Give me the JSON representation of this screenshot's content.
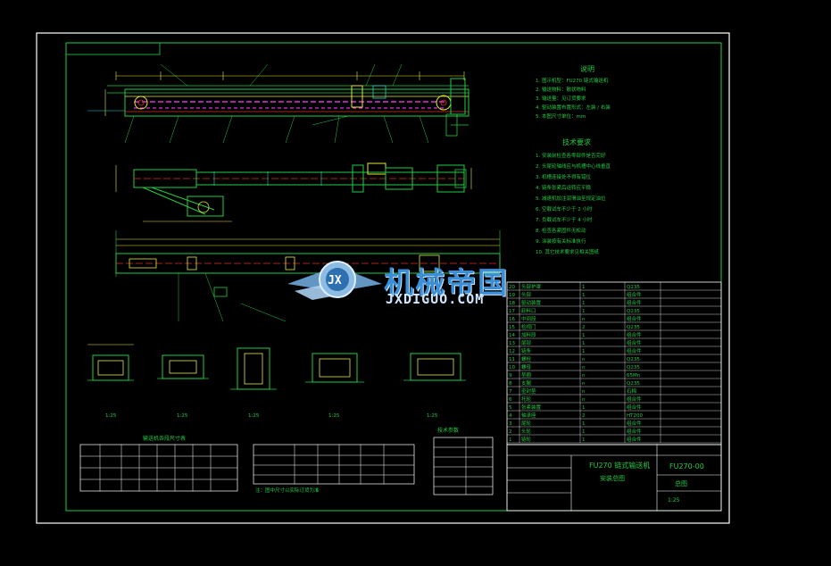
{
  "watermark": {
    "title": "机械帝国",
    "subtitle": "JXDIGUO.COM",
    "logo_letters": "JX"
  },
  "notes": {
    "heading": "说明",
    "tech_heading": "技术要求",
    "lines": [
      "1. 图示机型：FU270 链式输送机",
      "2. 输送物料：散状物料",
      "3. 输送量：见订货要求",
      "4. 驱动装置布置形式：左装 / 右装",
      "5. 本图尺寸单位：mm"
    ],
    "tech_lines": [
      "1. 安装前检查各零部件是否完好",
      "2. 头尾轮轴线应与机槽中心线垂直",
      "3. 机槽连接处不得有错位",
      "4. 链条张紧后运转应平稳",
      "5. 减速机加注润滑油至规定油位",
      "6. 空载试车不少于 2 小时",
      "7. 负载试车不少于 4 小时",
      "8. 检查各紧固件无松动",
      "9. 涂装按有关标准执行",
      "10. 其它技术要求见相关图纸"
    ]
  },
  "parts_table": {
    "rows": [
      [
        "20",
        "头部护罩",
        "1",
        "Q235"
      ],
      [
        "19",
        "头部",
        "1",
        "组合件"
      ],
      [
        "18",
        "驱动装置",
        "1",
        "组合件"
      ],
      [
        "17",
        "卸料口",
        "1",
        "Q235"
      ],
      [
        "16",
        "中间段",
        "n",
        "组合件"
      ],
      [
        "15",
        "检视门",
        "2",
        "Q235"
      ],
      [
        "14",
        "加料段",
        "1",
        "组合件"
      ],
      [
        "13",
        "尾部",
        "1",
        "组合件"
      ],
      [
        "12",
        "链条",
        "1",
        "组合件"
      ],
      [
        "11",
        "螺栓",
        "n",
        "Q235"
      ],
      [
        "10",
        "螺母",
        "n",
        "Q235"
      ],
      [
        "9",
        "垫圈",
        "n",
        "65Mn"
      ],
      [
        "8",
        "支腿",
        "n",
        "Q235"
      ],
      [
        "7",
        "密封垫",
        "n",
        "石棉"
      ],
      [
        "6",
        "托轮",
        "n",
        "组合件"
      ],
      [
        "5",
        "张紧装置",
        "1",
        "组合件"
      ],
      [
        "4",
        "轴承座",
        "2",
        "HT200"
      ],
      [
        "3",
        "尾轮",
        "1",
        "组合件"
      ],
      [
        "2",
        "头轮",
        "1",
        "组合件"
      ],
      [
        "1",
        "链轮",
        "1",
        "组合件"
      ]
    ]
  },
  "title_block": {
    "name": "FU270 链式输送机",
    "subname": "安装总图",
    "drawing_no": "FU270-00",
    "type": "总图",
    "scale": "1:25"
  },
  "views": {
    "section_a": "1:25",
    "section_b": "1:25",
    "section_c": "1:25",
    "section_d": "1:25",
    "section_e": "1:25"
  },
  "bottom_tables": {
    "left_title": "输送机各段尺寸表",
    "mid_title": "中间段尺寸表",
    "right_title": "技术参数",
    "note": "注：图中尺寸以实际订货为准"
  },
  "colors": {
    "background": "#000000",
    "frame": "#ffffff",
    "line_green": "#22cc44",
    "line_cyan": "#22d8d8",
    "line_yellow": "#e8e833",
    "line_magenta": "#dd33dd",
    "line_red": "#dd3322",
    "watermark_blue": "#3a8fd8"
  }
}
